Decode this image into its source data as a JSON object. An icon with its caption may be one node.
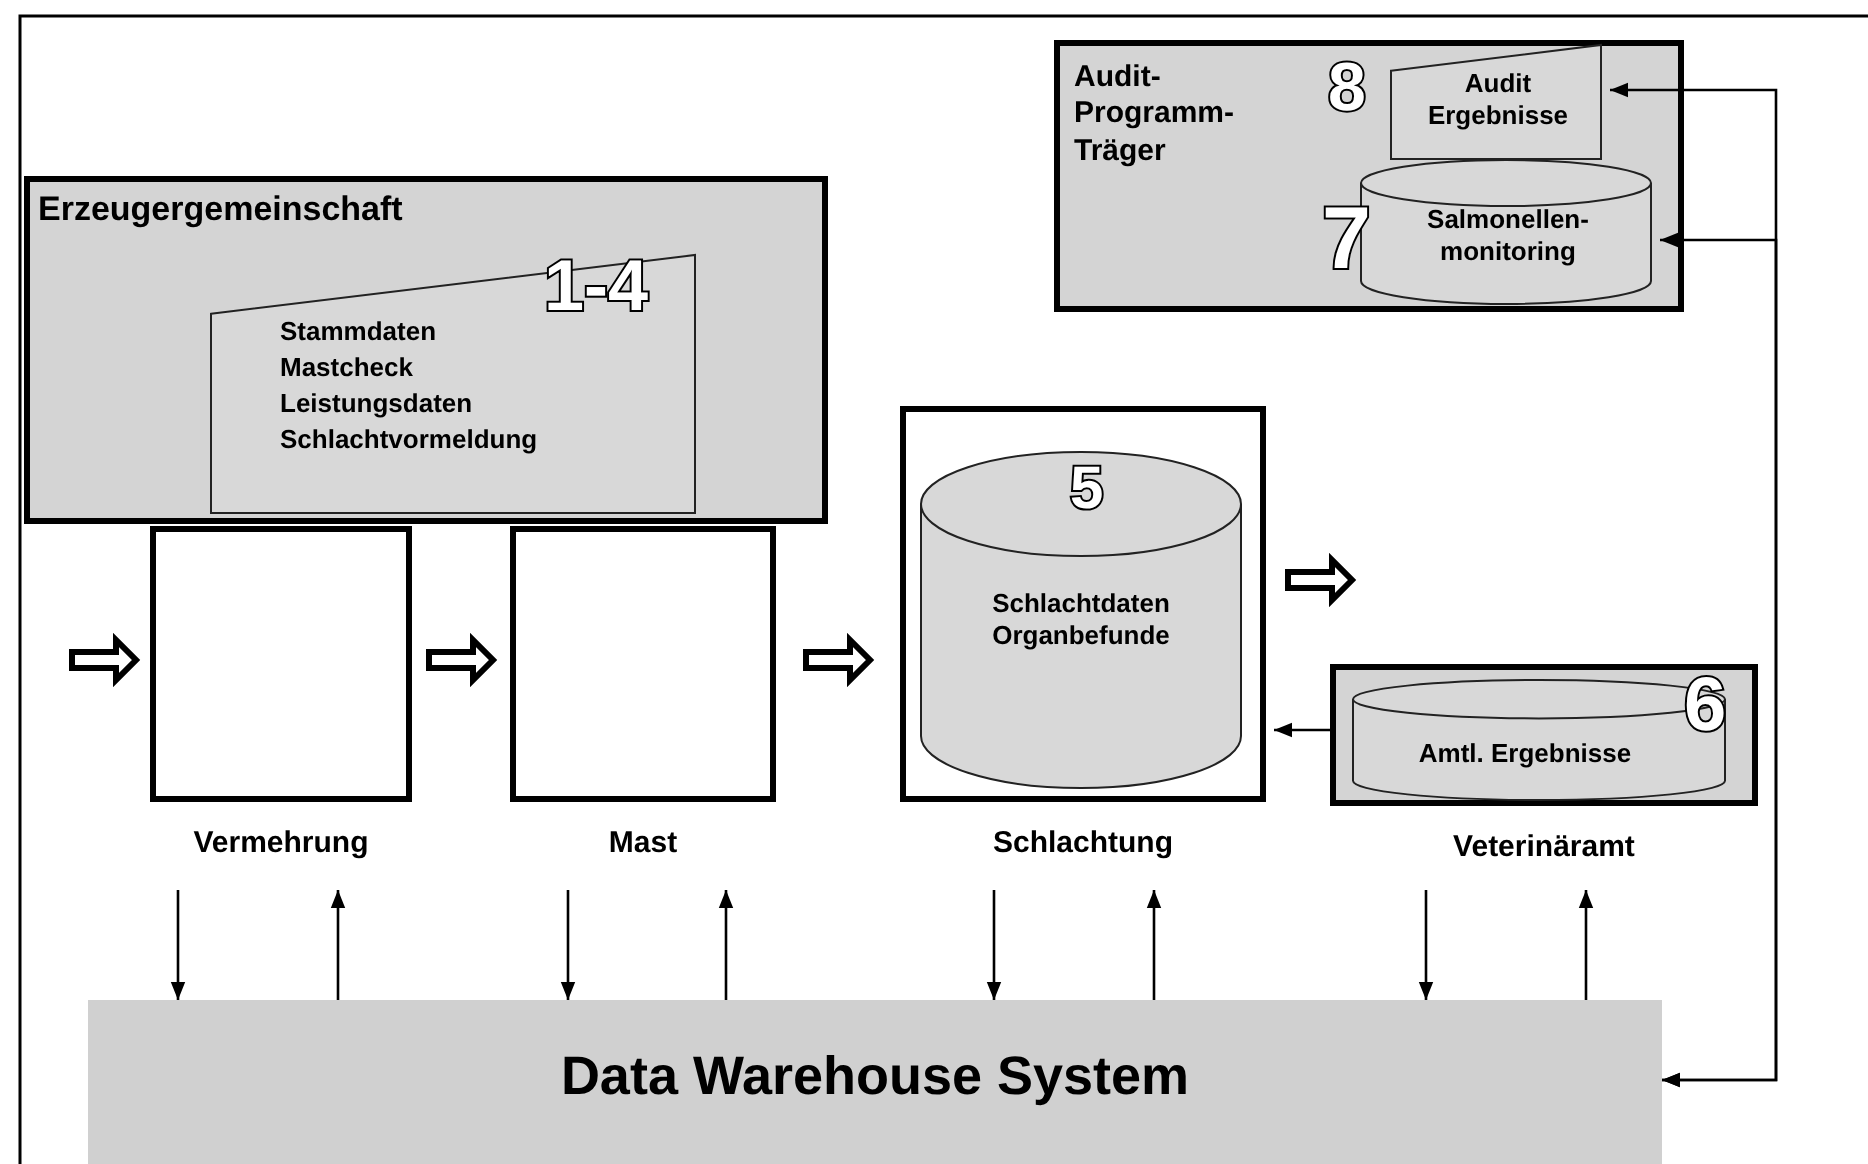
{
  "diagram": {
    "nodes": [
      {
        "text": [
          "Audit- Programm- Träger"
        ]
      },
      {
        "text": [
          "Audit Ergebnisse"
        ],
        "in": 0
      },
      {
        "text": [
          "Salmonellen- monitoring"
        ],
        "in": 0
      },
      {
        "text": [
          "Erzeugergemeinschaft"
        ]
      },
      {
        "text": [
          "Stammdaten",
          "Mastcheck",
          "Leistungsdaten",
          "Schlachtvormeldung"
        ],
        "in": 3
      },
      {
        "text": [
          "Vermehrung"
        ]
      },
      {
        "text": [
          "Mast"
        ]
      },
      {
        "text": [
          "Schlachtung"
        ]
      },
      {
        "text": [
          "Schlachtdaten Organbefunde"
        ],
        "in": 7
      },
      {
        "text": [
          "Veterinäramt"
        ]
      },
      {
        "text": [
          "Amtl. Ergebnisse"
        ],
        "in": 9
      },
      {
        "text": [
          "Data Warehouse System"
        ]
      }
    ],
    "edges": [
      {
        "from": null,
        "to": 5,
        "arrow": "to",
        "style": "thick"
      },
      {
        "from": 5,
        "to": 6,
        "arrow": "to",
        "style": "thick"
      },
      {
        "from": 6,
        "to": 7,
        "arrow": "to",
        "style": "thick"
      },
      {
        "from": 7,
        "to": null,
        "arrow": "to",
        "style": "thick"
      },
      {
        "from": 10,
        "to": 7,
        "arrow": "to"
      },
      {
        "from": 5,
        "to": 11,
        "arrow": "to"
      },
      {
        "from": 11,
        "to": 5,
        "arrow": "to"
      },
      {
        "from": 6,
        "to": 11,
        "arrow": "to"
      },
      {
        "from": 11,
        "to": 6,
        "arrow": "to"
      },
      {
        "from": 7,
        "to": 11,
        "arrow": "to"
      },
      {
        "from": 11,
        "to": 7,
        "arrow": "to"
      },
      {
        "from": 9,
        "to": 11,
        "arrow": "to"
      },
      {
        "from": 11,
        "to": 9,
        "arrow": "to"
      },
      {
        "from": 11,
        "to": 1,
        "arrow": "both"
      },
      {
        "from": 11,
        "to": 2,
        "arrow": "both"
      }
    ],
    "labels": [
      "8",
      "7",
      "1-4",
      "5",
      "6"
    ]
  }
}
